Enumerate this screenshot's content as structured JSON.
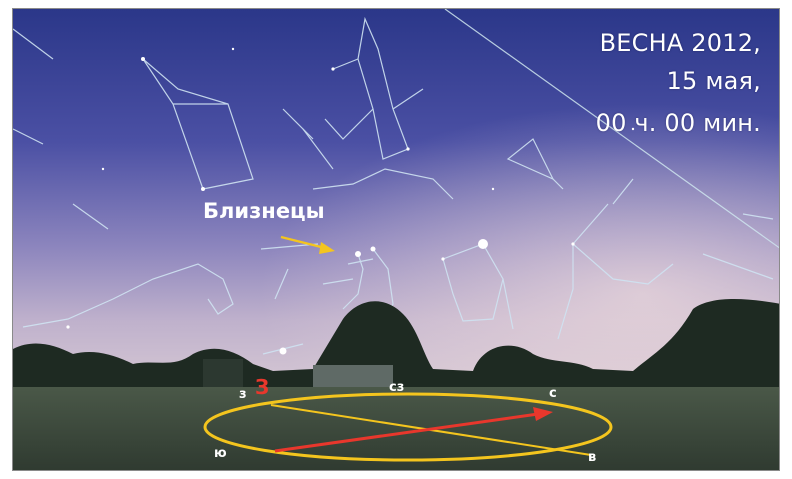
{
  "date": {
    "line1": "ВЕСНА 2012,",
    "line2": "15 мая,",
    "line3": "00 ч. 00 мин."
  },
  "constellation_label": "Близнецы",
  "directions": {
    "west_small": "з",
    "west_big": "З",
    "northwest": "сз",
    "north": "с",
    "south": "ю",
    "east": "в"
  },
  "colors": {
    "sky_top": "#2e3a8c",
    "sky_mid": "#6e6fb2",
    "horizon": "#c7b7cf",
    "ground": "#3d4a3c",
    "ring": "#f4c51e",
    "arrow_red": "#e8372c",
    "arrow_yellow": "#f4c51e"
  },
  "icons": [
    "yellow-pointer-arrow",
    "red-direction-arrow",
    "horizon-ring"
  ]
}
